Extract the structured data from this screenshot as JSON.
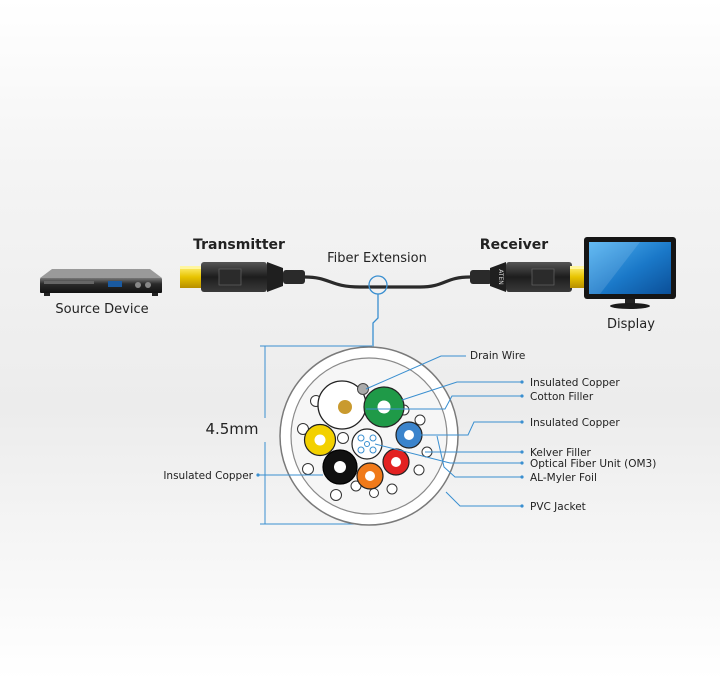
{
  "labels": {
    "transmitter": "Transmitter",
    "receiver": "Receiver",
    "fiber_extension": "Fiber Extension",
    "source_device": "Source Device",
    "display": "Display",
    "dimension": "4.5mm",
    "plug_brand": "ATEN"
  },
  "callouts_right": [
    "Drain Wire",
    "Insulated Copper",
    "Cotton Filler",
    "Insulated Copper",
    "Kelver Filler",
    "Optical Fiber Unit (OM3)",
    "AL-Myler  Foil",
    "PVC Jacket"
  ],
  "callout_left": "Insulated Copper",
  "colors": {
    "accent_line": "#3a8fd0",
    "copper_green": "#1f9a48",
    "copper_yellow": "#f3d100",
    "copper_blue": "#3b84cc",
    "copper_black": "#111111",
    "copper_orange": "#f07a1a",
    "copper_red": "#e32222",
    "copper_core": "#c99a2e"
  }
}
